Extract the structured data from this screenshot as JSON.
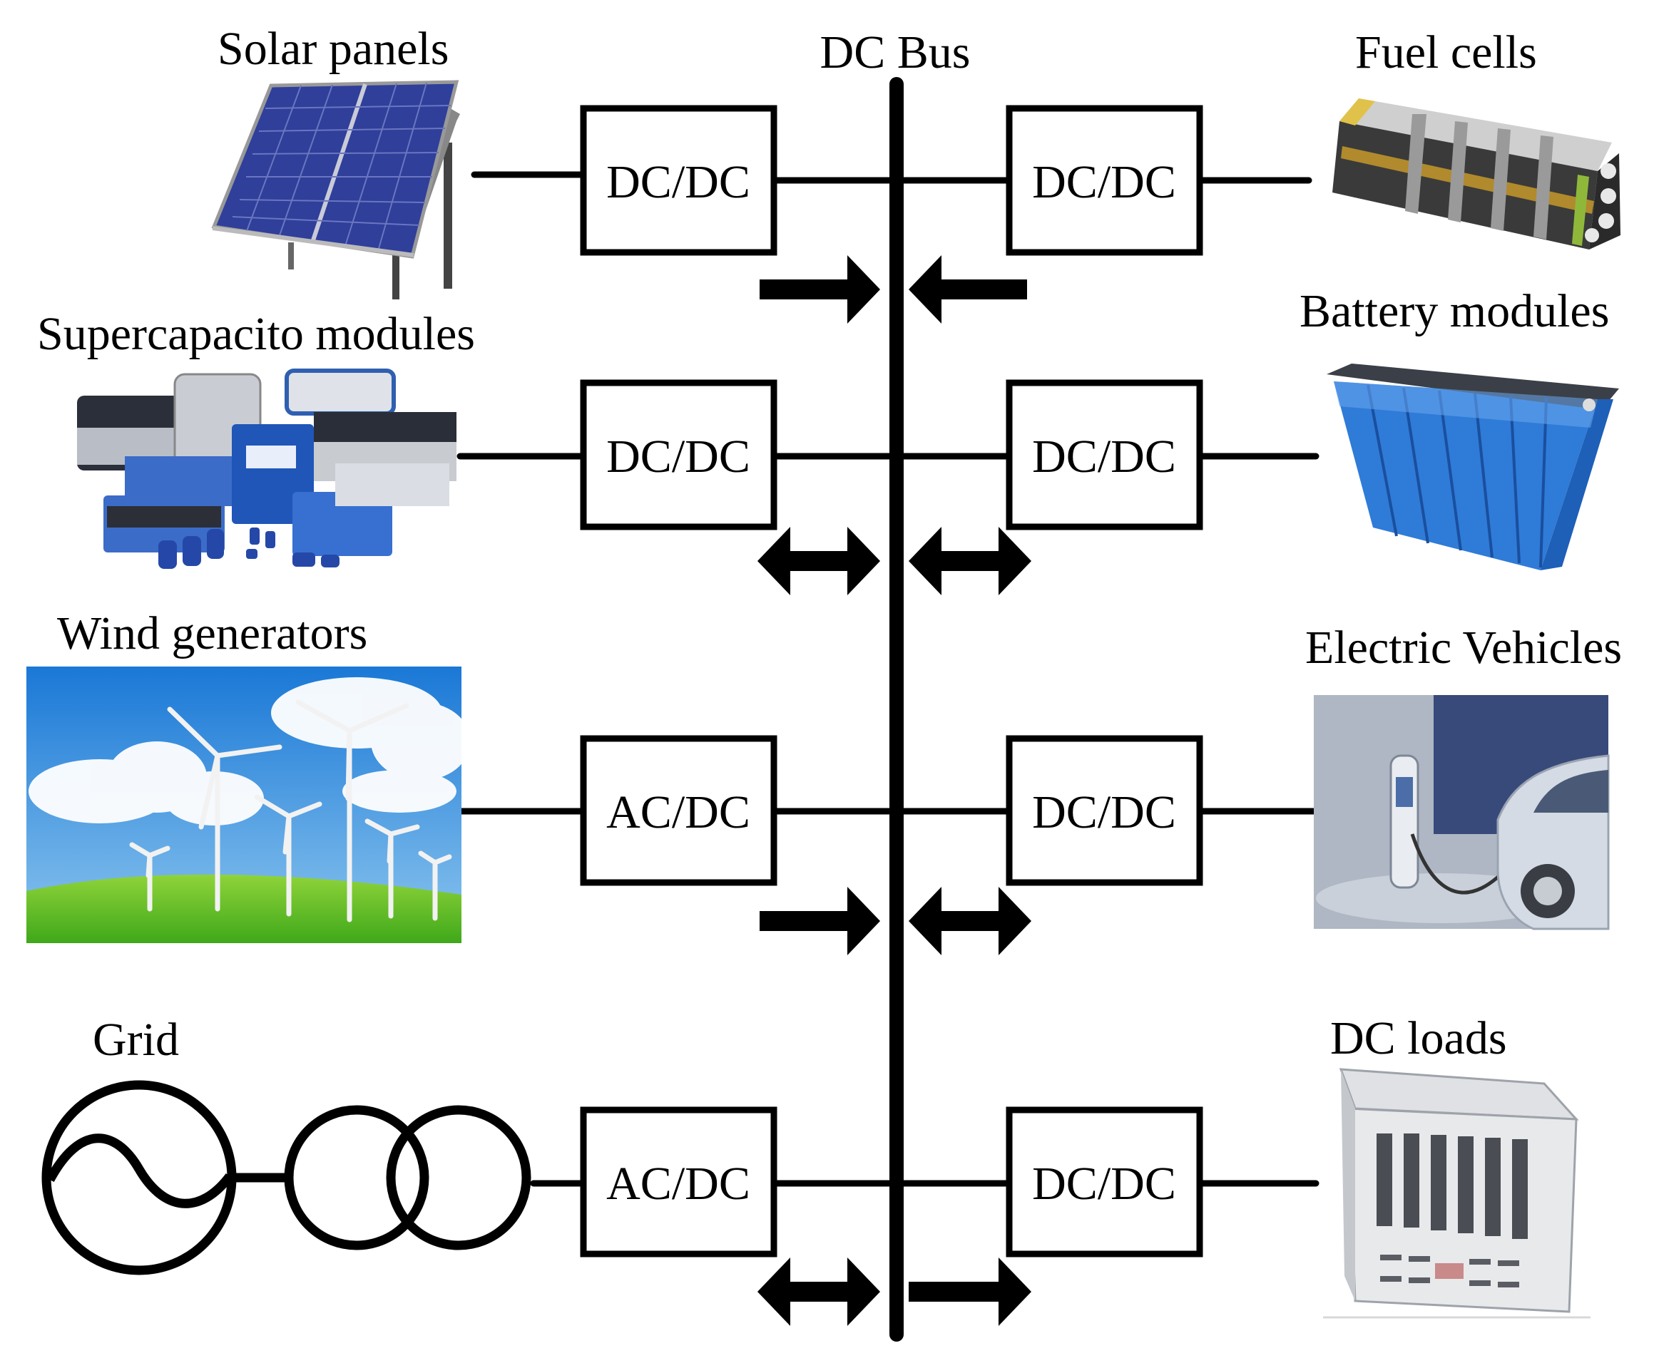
{
  "colors": {
    "line": "#000000",
    "background": "#ffffff",
    "solar_cell": "#2f3f9a",
    "sky_top": "#1a78d6",
    "grass": "#5dbb22",
    "battery_blue": "#2f7bd8"
  },
  "bus": {
    "label": "DC Bus"
  },
  "components": [
    {
      "id": "solar",
      "label": "Solar panels",
      "icon": "solar-panel-image",
      "converter": "DC/DC",
      "flow": "to-bus"
    },
    {
      "id": "supercap",
      "label": "Supercapacito modules",
      "icon": "supercapacitor-modules-image",
      "converter": "DC/DC",
      "flow": "bidirectional"
    },
    {
      "id": "wind",
      "label": "Wind generators",
      "icon": "wind-turbines-image",
      "converter": "AC/DC",
      "flow": "to-bus"
    },
    {
      "id": "grid",
      "label": "Grid",
      "icon": "generator-transformer-symbol",
      "converter": "AC/DC",
      "flow": "bidirectional"
    },
    {
      "id": "fuel",
      "label": "Fuel cells",
      "icon": "fuel-cell-stack-image",
      "converter": "DC/DC",
      "flow": "to-bus"
    },
    {
      "id": "battery",
      "label": "Battery modules",
      "icon": "battery-module-image",
      "converter": "DC/DC",
      "flow": "bidirectional"
    },
    {
      "id": "ev",
      "label": "Electric Vehicles",
      "icon": "ev-charging-image",
      "converter": "DC/DC",
      "flow": "bidirectional"
    },
    {
      "id": "loads",
      "label": "DC loads",
      "icon": "dc-load-enclosure-image",
      "converter": "DC/DC",
      "flow": "from-bus"
    }
  ]
}
